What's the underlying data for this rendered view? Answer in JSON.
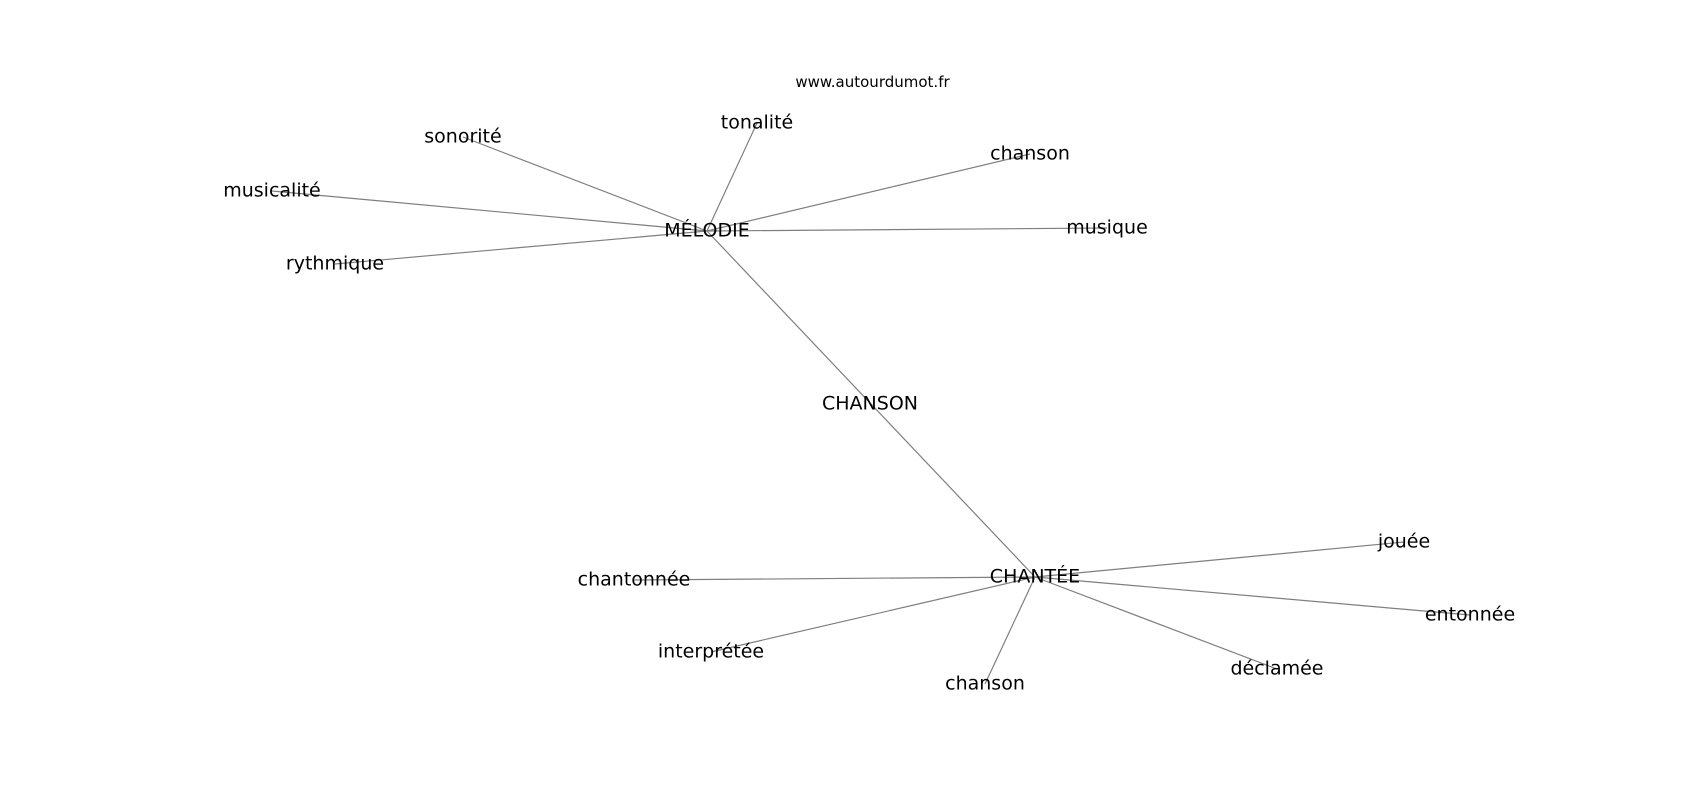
{
  "source": "www.autourdumot.fr",
  "center": {
    "id": "chanson_center",
    "label": "CHANSON"
  },
  "hubs": [
    {
      "id": "melodie",
      "label": "MÉLODIE"
    },
    {
      "id": "chantee",
      "label": "CHANTÉE"
    }
  ],
  "leaves": [
    {
      "id": "tonalite",
      "label": "tonalité",
      "hub": "melodie"
    },
    {
      "id": "sonorite",
      "label": "sonorité",
      "hub": "melodie"
    },
    {
      "id": "chanson_m",
      "label": "chanson",
      "hub": "melodie"
    },
    {
      "id": "musicalite",
      "label": "musicalité",
      "hub": "melodie"
    },
    {
      "id": "musique",
      "label": "musique",
      "hub": "melodie"
    },
    {
      "id": "rythmique",
      "label": "rythmique",
      "hub": "melodie"
    },
    {
      "id": "jouee",
      "label": "jouée",
      "hub": "chantee"
    },
    {
      "id": "chantonnee",
      "label": "chantonnée",
      "hub": "chantee"
    },
    {
      "id": "entonnee",
      "label": "entonnée",
      "hub": "chantee"
    },
    {
      "id": "interpretee",
      "label": "interprétée",
      "hub": "chantee"
    },
    {
      "id": "declamee",
      "label": "déclamée",
      "hub": "chantee"
    },
    {
      "id": "chanson_c",
      "label": "chanson",
      "hub": "chantee"
    }
  ]
}
